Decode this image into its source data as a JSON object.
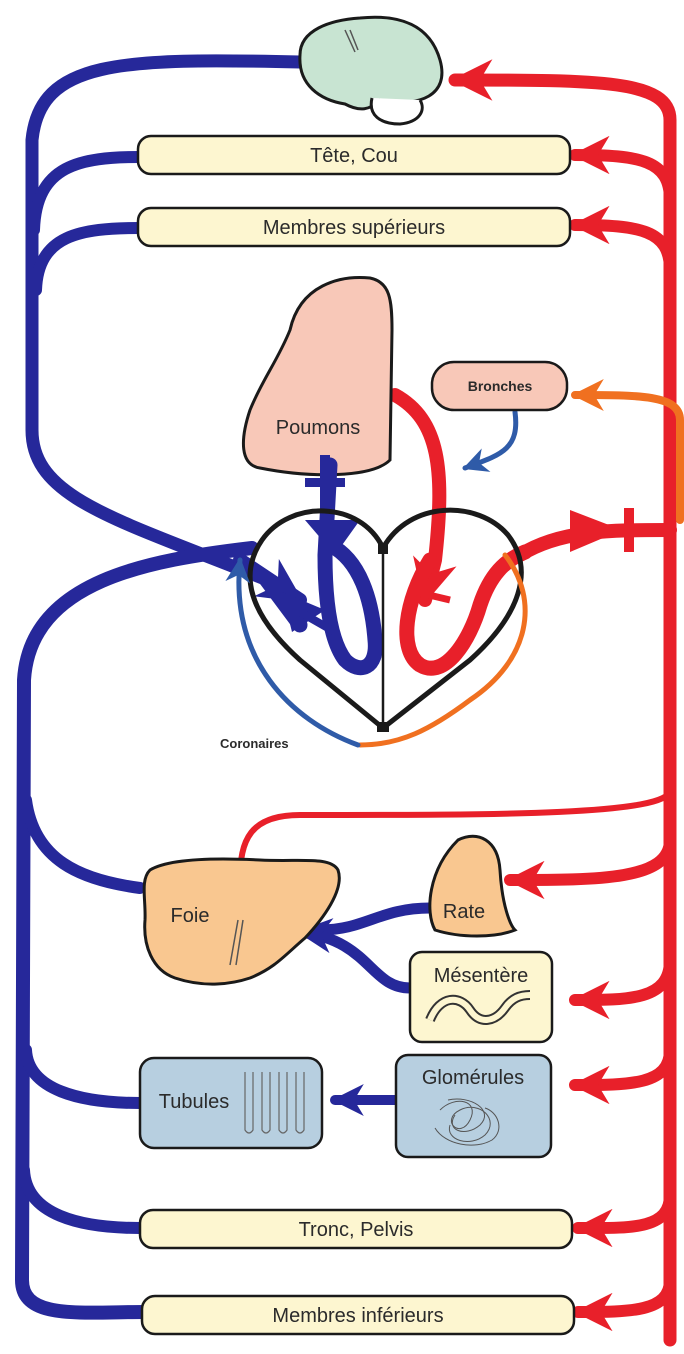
{
  "labels": {
    "head_neck": "Tête, Cou",
    "upper_limbs": "Membres supérieurs",
    "lungs": "Poumons",
    "bronchi": "Bronches",
    "coronary": "Coronaires",
    "liver": "Foie",
    "spleen": "Rate",
    "mesentery": "Mésentère",
    "tubules": "Tubules",
    "glomeruli": "Glomérules",
    "trunk_pelvis": "Tronc, Pelvis",
    "lower_limbs": "Membres inférieurs"
  },
  "colors": {
    "venous": "#26289a",
    "arterial": "#e8202a",
    "bronchial": "#f07020",
    "coronary_vein": "#2f5ba8",
    "box_fill": "#fdf6d0",
    "lung_fill": "#f8c8b8",
    "liver_fill": "#f9c790",
    "kidney_fill": "#b7cfe0",
    "brain_fill": "#c8e4d2"
  }
}
